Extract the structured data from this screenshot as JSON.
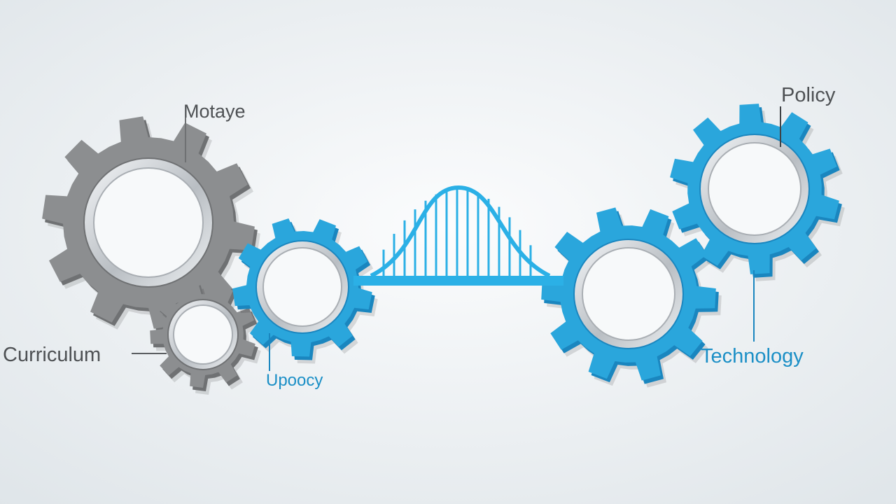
{
  "labels": {
    "motive": "Motaye",
    "policy": "Policy",
    "curriculum": "Curriculum",
    "upoocy": "Upoocy",
    "technology": "Technology"
  },
  "gears": [
    {
      "id": "gear-large-gray",
      "color": "gray"
    },
    {
      "id": "gear-small-gray",
      "color": "gray"
    },
    {
      "id": "gear-blue-center-left",
      "color": "blue"
    },
    {
      "id": "gear-blue-center-right",
      "color": "blue"
    },
    {
      "id": "gear-blue-top-right",
      "color": "blue"
    }
  ],
  "colors": {
    "background": "#f2f5f7",
    "gray_gear": "#8c8e90",
    "gray_gear_dark": "#6f7173",
    "blue_gear": "#2aa6dc",
    "blue_gear_dark": "#1a86bf",
    "bridge": "#2bb0e6",
    "ring": "#c9cdd1",
    "gray_text": "#4e5154",
    "blue_text": "#1b8fc6"
  }
}
